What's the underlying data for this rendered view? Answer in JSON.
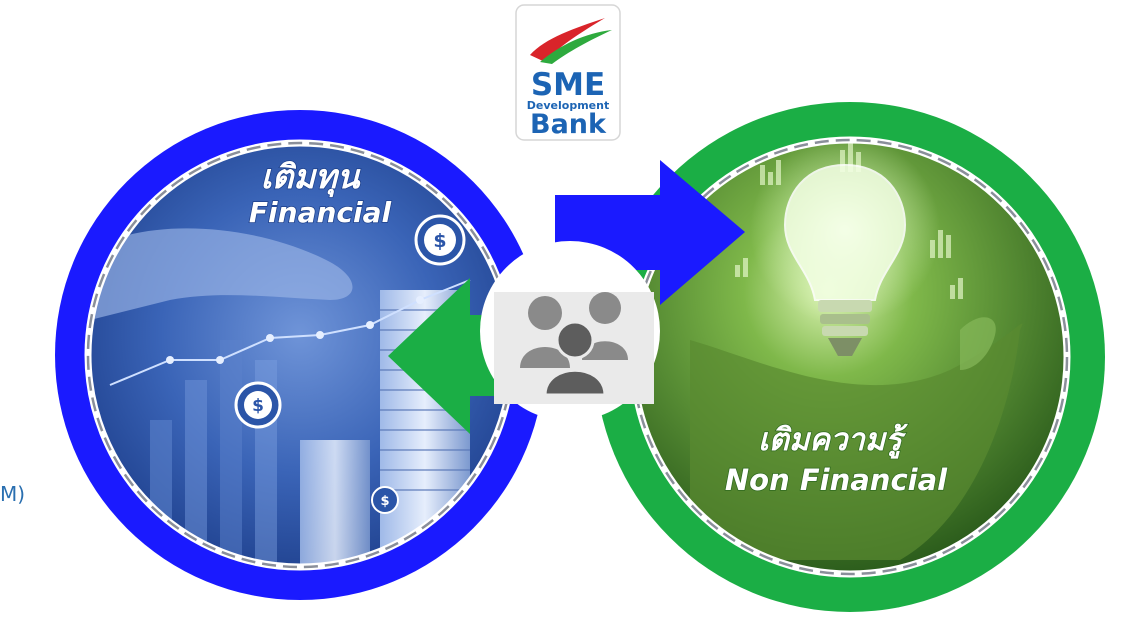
{
  "logo": {
    "line1": "SME",
    "line2": "Development",
    "line3": "Bank"
  },
  "financial": {
    "thai": "เติมทุน",
    "english": "Financial"
  },
  "non_financial": {
    "thai": "เติมความรู้",
    "english": "Non Financial"
  },
  "caption": {
    "text": "M)"
  },
  "icons": {
    "center": "user-group-icon",
    "coin": "dollar-coin-icon",
    "bulb": "light-bulb-icon"
  },
  "colors": {
    "blue": "#1a1aff",
    "green": "#1bae45",
    "dark_green": "#2f6a1f",
    "photo_blue": "#3b67b8",
    "logo_blue": "#1c64b4",
    "logo_green": "#2eaa3e",
    "logo_red": "#d9242a"
  }
}
